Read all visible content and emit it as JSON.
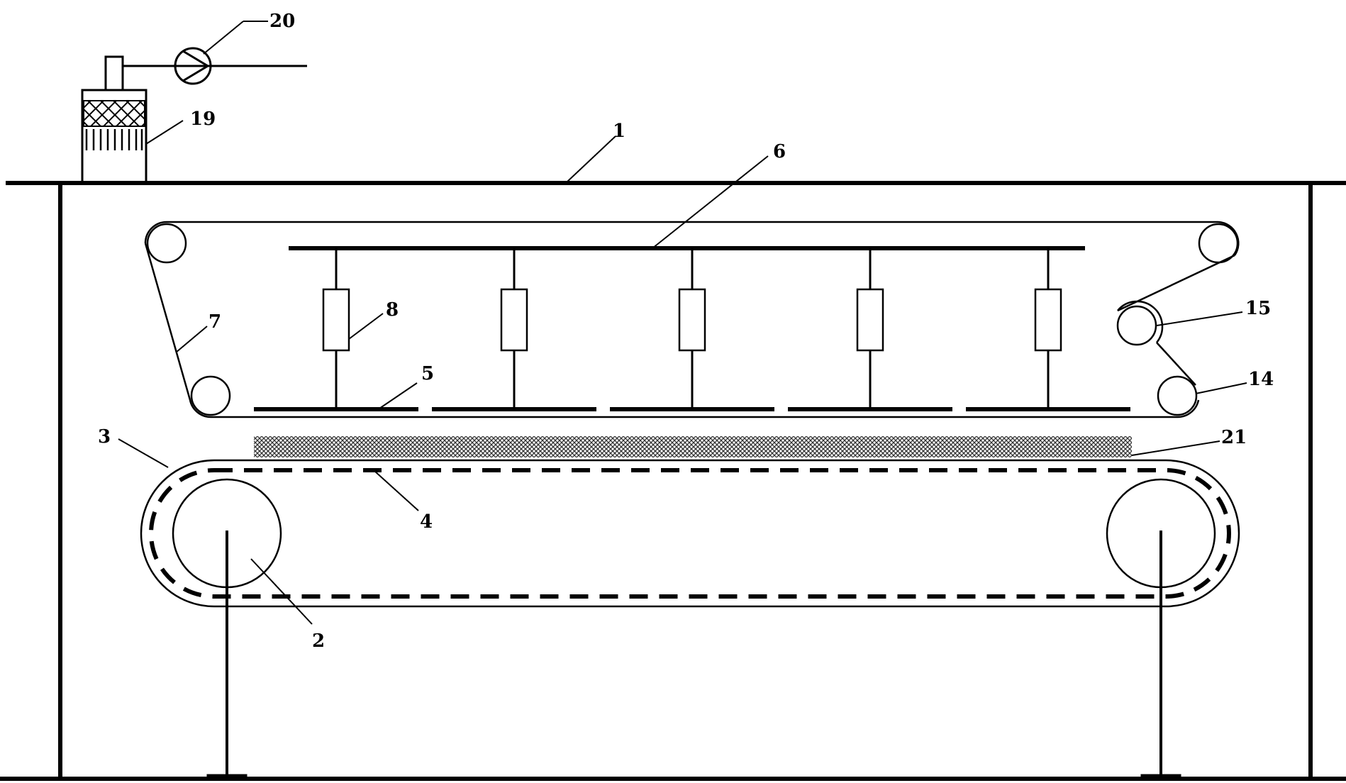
{
  "labels": {
    "l1": "1",
    "l2": "2",
    "l3": "3",
    "l4": "4",
    "l5": "5",
    "l6": "6",
    "l7": "7",
    "l8": "8",
    "l14": "14",
    "l15": "15",
    "l19": "19",
    "l20": "20",
    "l21": "21"
  },
  "colors": {
    "stroke": "#000000",
    "background": "#ffffff",
    "hatch": "#333333"
  }
}
